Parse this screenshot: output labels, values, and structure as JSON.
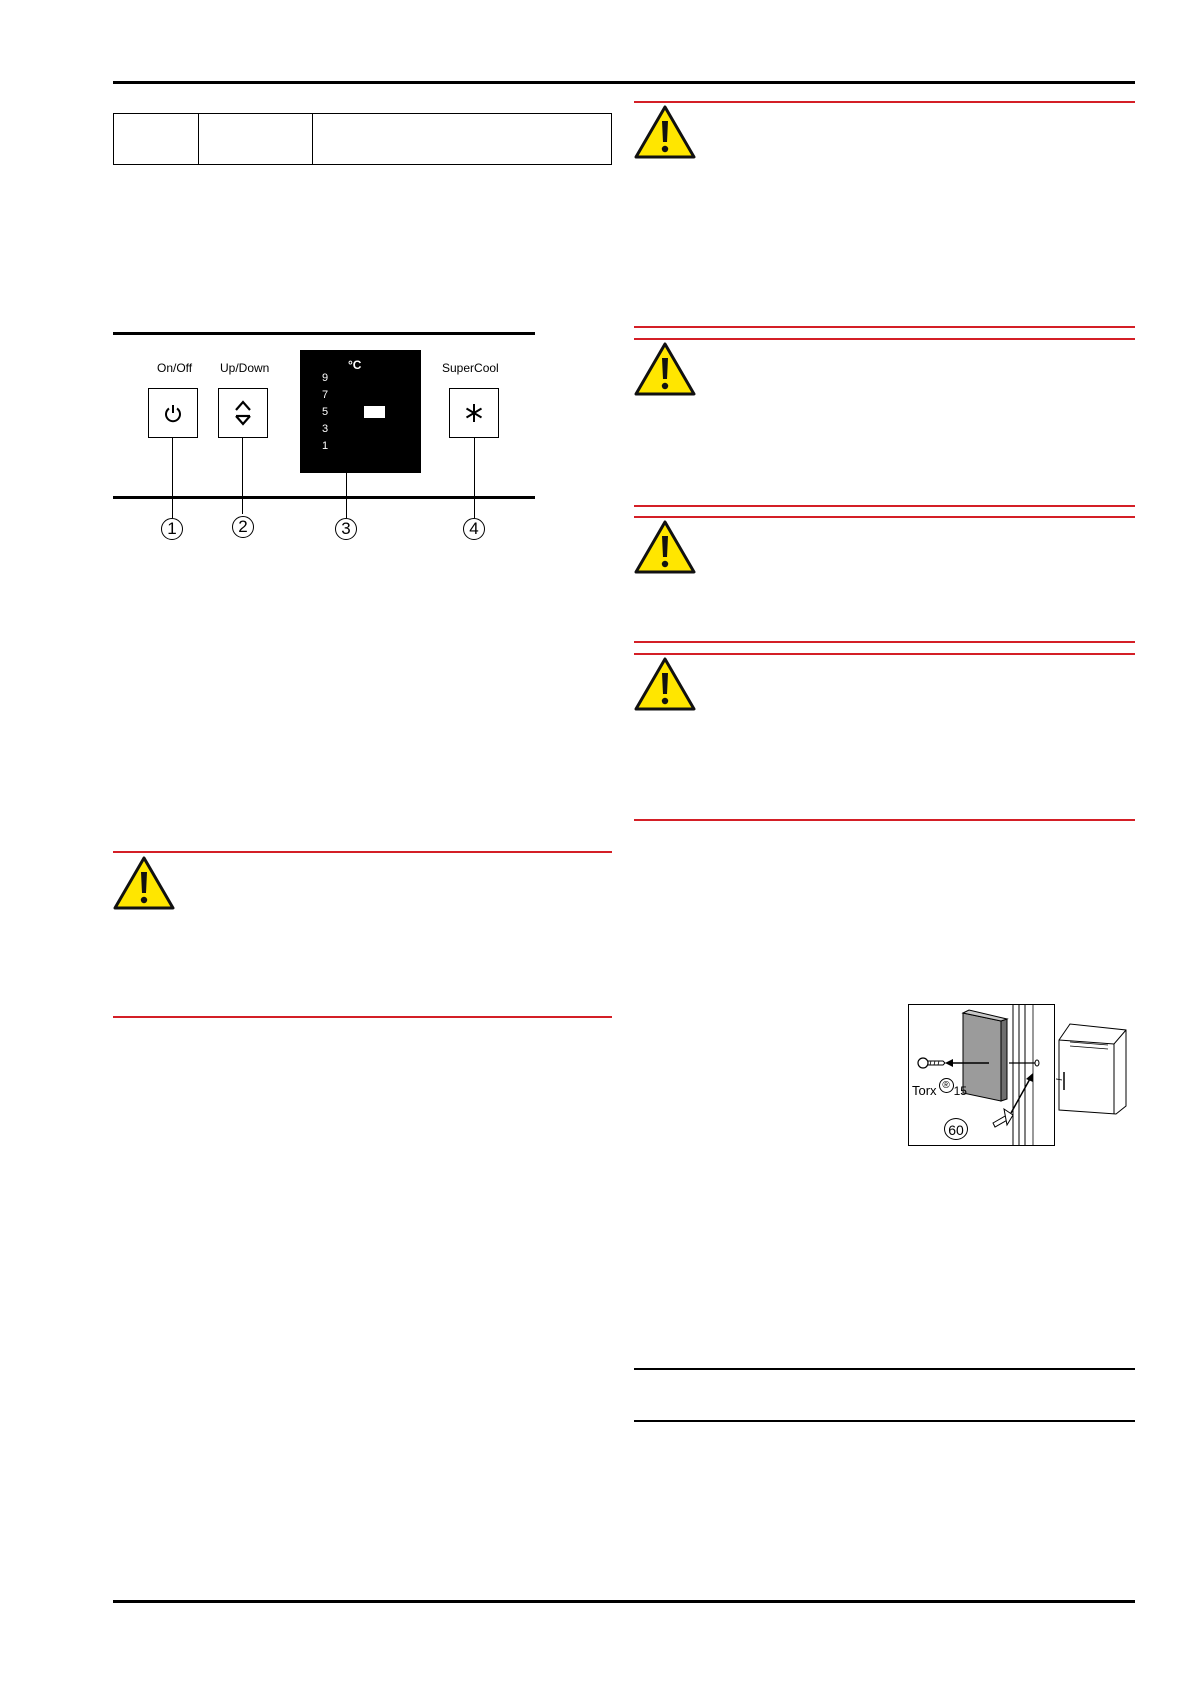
{
  "control_panel": {
    "labels": {
      "on_off": "On/Off",
      "up_down": "Up/Down",
      "super_cool": "SuperCool"
    },
    "display": {
      "unit": "°C",
      "scale": [
        "9",
        "7",
        "5",
        "3",
        "1"
      ]
    },
    "callouts": [
      "1",
      "2",
      "3",
      "4"
    ]
  },
  "door_figure": {
    "torx_label": "Torx",
    "torx_reg": "®",
    "torx_size": "15",
    "screw_number": "60"
  },
  "colors": {
    "warning_rule": "#d41f26",
    "warning_fill": "#ffe600"
  }
}
